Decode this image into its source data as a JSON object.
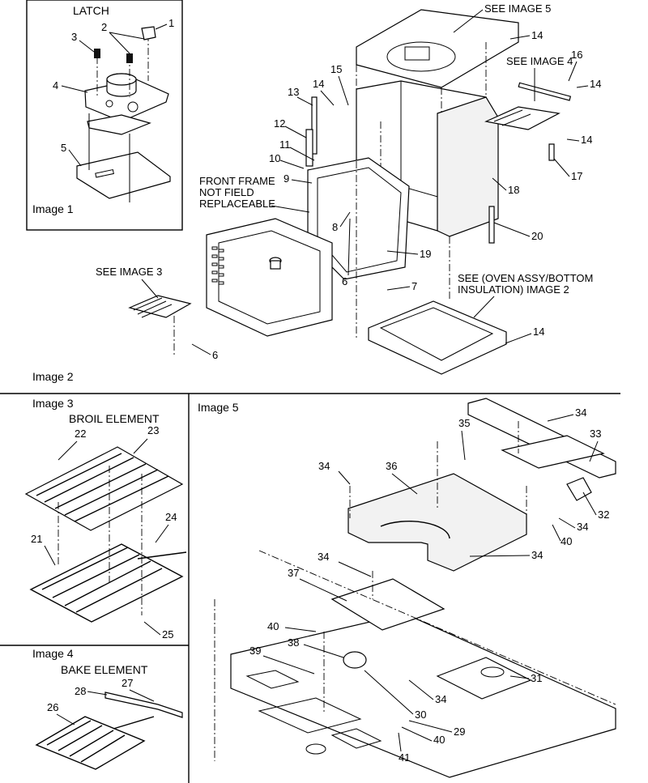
{
  "panels": {
    "image1": {
      "title": "LATCH",
      "caption": "Image 1"
    },
    "image2": {
      "caption": "Image 2"
    },
    "image3": {
      "caption": "Image 3",
      "title": "BROIL ELEMENT"
    },
    "image4": {
      "caption": "Image 4",
      "title": "BAKE ELEMENT"
    },
    "image5": {
      "caption": "Image 5"
    }
  },
  "notes": {
    "see_image_5": "SEE IMAGE 5",
    "see_image_4": "SEE IMAGE 4",
    "see_image_3": "SEE IMAGE 3",
    "front_frame_1": "FRONT FRAME",
    "front_frame_2": "NOT FIELD",
    "front_frame_3": "REPLACEABLE",
    "oven_assy_1": "SEE (OVEN ASSY/BOTTOM",
    "oven_assy_2": "INSULATION) IMAGE 2"
  },
  "callouts": {
    "c1": "1",
    "c2": "2",
    "c3": "3",
    "c4": "4",
    "c5": "5",
    "c6a": "6",
    "c6b": "6",
    "c7": "7",
    "c8": "8",
    "c9": "9",
    "c10": "10",
    "c11": "11",
    "c12": "12",
    "c13": "13",
    "c14a": "14",
    "c14b": "14",
    "c14c": "14",
    "c14d": "14",
    "c15": "15",
    "c16": "16",
    "c17": "17",
    "c18": "18",
    "c19": "19",
    "c20": "20",
    "c21": "21",
    "c22": "22",
    "c23": "23",
    "c24": "24",
    "c25": "25",
    "c26": "26",
    "c27": "27",
    "c28": "28",
    "c29": "29",
    "c30": "30",
    "c31": "31",
    "c32": "32",
    "c33": "33",
    "c34a": "34",
    "c34b": "34",
    "c34c": "34",
    "c34d": "34",
    "c34e": "34",
    "c34f": "34",
    "c35": "35",
    "c36": "36",
    "c37": "37",
    "c38": "38",
    "c39": "39",
    "c40a": "40",
    "c40b": "40",
    "c40c": "40",
    "c41": "41"
  }
}
